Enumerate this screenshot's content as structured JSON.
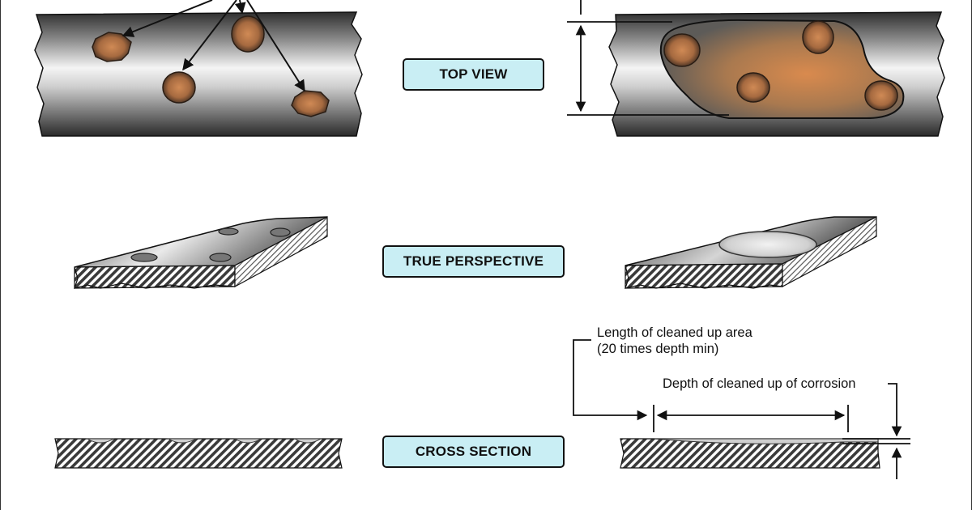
{
  "labels": {
    "top_view": "TOP VIEW",
    "true_perspective": "TRUE PERSPECTIVE",
    "cross_section": "CROSS SECTION"
  },
  "annotations": {
    "length_line1": "Length of cleaned up area",
    "length_line2": "(20 times depth min)",
    "depth": "Depth of cleaned up of corrosion"
  },
  "colors": {
    "label_fill": "#c9eef4",
    "corrosion": "#c07a45",
    "hatch": "#3a3a3a"
  }
}
